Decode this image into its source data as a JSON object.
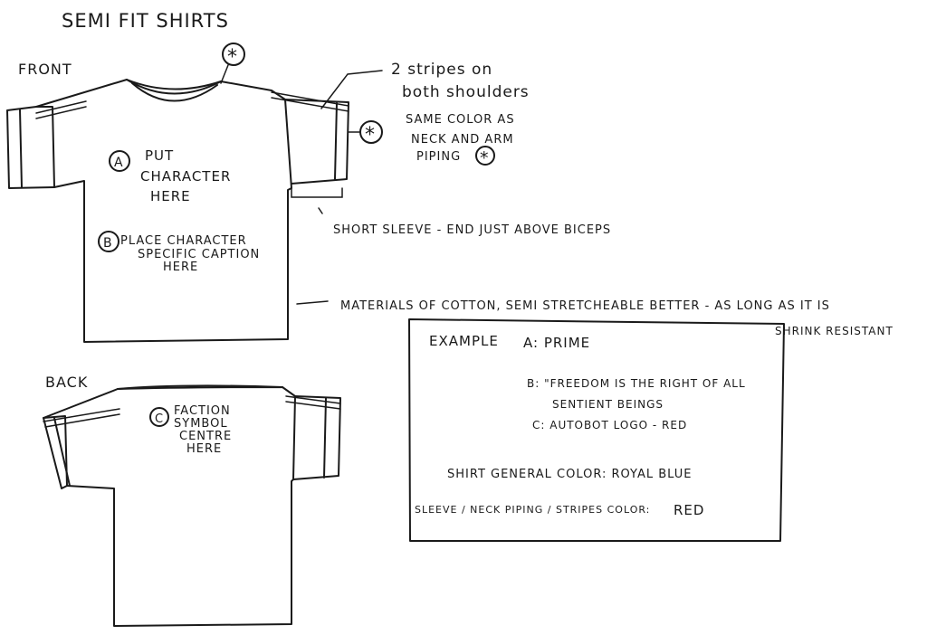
{
  "title": "SEMI FIT SHIRTS",
  "front_label": "FRONT",
  "back_label": "BACK",
  "markers": {
    "a": "A",
    "b": "B",
    "c": "C",
    "star": "*"
  },
  "front": {
    "a_line1": "PUT",
    "a_line2": "CHARACTER",
    "a_line3": "HERE",
    "b_line1": "PLACE CHARACTER",
    "b_line2": "SPECIFIC CAPTION",
    "b_line3": "HERE"
  },
  "back": {
    "c_line1": "FACTION",
    "c_line2": "SYMBOL",
    "c_line3": "CENTRE",
    "c_line4": "HERE"
  },
  "notes": {
    "stripes_line1": "2 stripes on",
    "stripes_line2": "both shoulders",
    "same_color_line1": "SAME COLOR AS",
    "same_color_line2": "NECK AND ARM",
    "same_color_line3": "PIPING",
    "sleeve": "SHORT SLEEVE - END JUST ABOVE BICEPS",
    "materials": "MATERIALS OF COTTON, SEMI STRETCHEABLE BETTER - AS LONG AS IT IS",
    "shrink": "SHRINK RESISTANT"
  },
  "example": {
    "label": "EXAMPLE",
    "a": "A: PRIME",
    "b_line1": "B: \"FREEDOM IS THE RIGHT OF ALL",
    "b_line2": "SENTIENT BEINGS",
    "c": "C: AUTOBOT LOGO - RED",
    "general_color": "SHIRT GENERAL COLOR: ROYAL BLUE",
    "piping_label": "SLEEVE / NECK PIPING / STRIPES COLOR:",
    "piping_value": "RED"
  }
}
